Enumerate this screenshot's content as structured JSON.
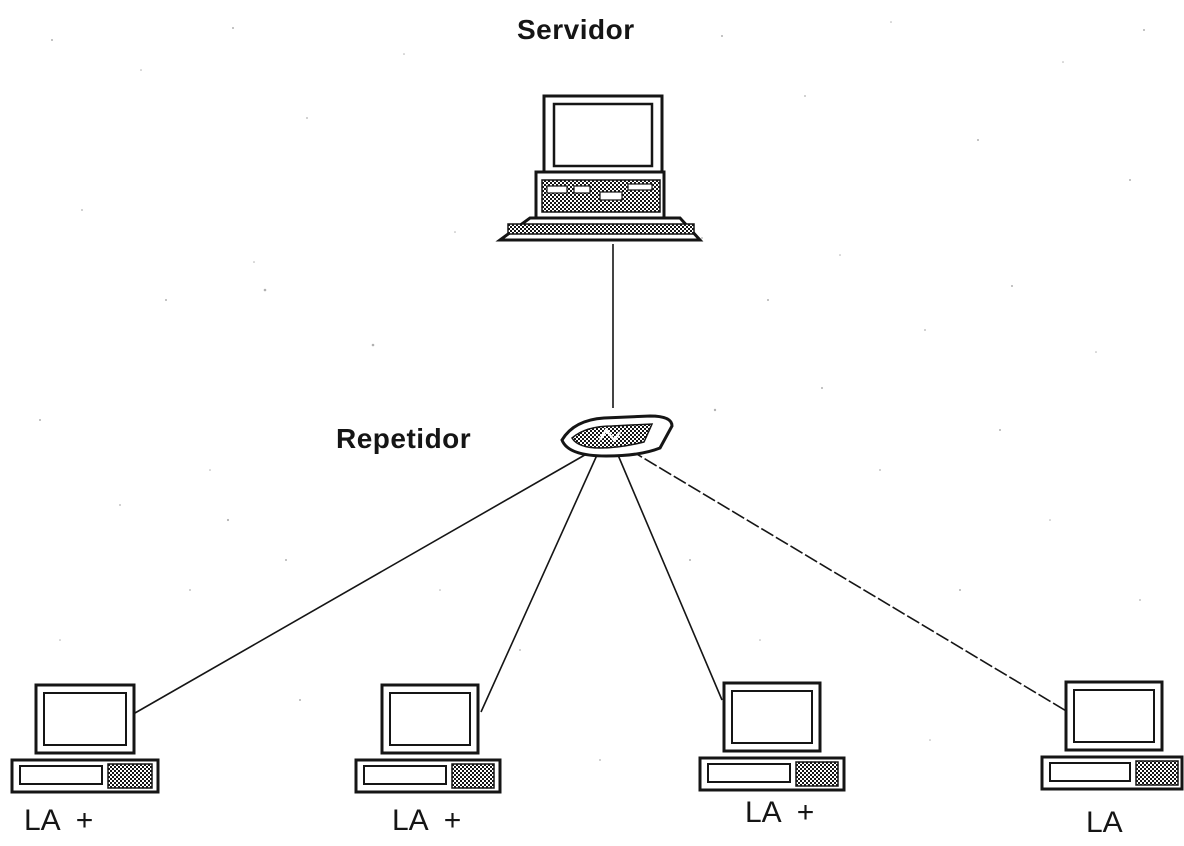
{
  "nodes": {
    "server": {
      "label": "Servidor"
    },
    "repeater": {
      "label": "Repetidor"
    },
    "workstations": [
      {
        "label": "LA  +"
      },
      {
        "label": "LA  +"
      },
      {
        "label": "LA  +"
      },
      {
        "label": "LA"
      }
    ]
  },
  "edges": [
    {
      "from": "Servidor",
      "to": "Repetidor"
    },
    {
      "from": "Repetidor",
      "to": "workstation-1"
    },
    {
      "from": "Repetidor",
      "to": "workstation-2"
    },
    {
      "from": "Repetidor",
      "to": "workstation-3"
    },
    {
      "from": "Repetidor",
      "to": "workstation-4"
    }
  ],
  "colors": {
    "ink": "#151515",
    "background": "#ffffff"
  }
}
